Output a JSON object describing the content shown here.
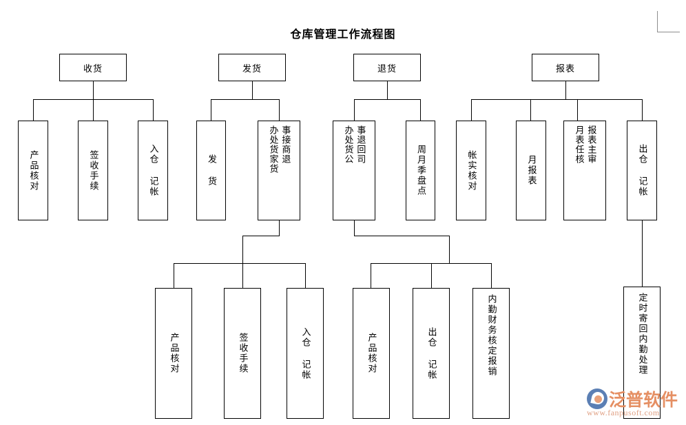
{
  "document": {
    "title": "仓库管理工作流程图",
    "corner_mark": "page-corner-guide"
  },
  "colors": {
    "box_border": "#000000",
    "connector": "#000000",
    "background": "#ffffff",
    "watermark_text": "#e58f63",
    "watermark_url": "#e0a083",
    "watermark_logo": "#5b7fb4"
  },
  "chart_data": {
    "type": "diagram",
    "title": "仓库管理工作流程图",
    "orientation": "top-down tree, vertical CJK text in leaf boxes",
    "branches": [
      {
        "id": "receiving",
        "header": "收货",
        "children": [
          "产品核对",
          "签收手续",
          "入仓 记帐"
        ]
      },
      {
        "id": "shipping",
        "header": "发货",
        "children": [
          "发 货",
          "事接商退 / 办处货家货"
        ],
        "sub_children": [
          "产品核对",
          "签收手续",
          "入仓 记帐"
        ]
      },
      {
        "id": "returns",
        "header": "退货",
        "children": [
          "事退回司 / 办处货公",
          "周月季盘点"
        ],
        "sub_children": [
          "产品核对",
          "出仓 记帐",
          "内勤财务核定报销"
        ]
      },
      {
        "id": "reports",
        "header": "报表",
        "children": [
          "帐实核对",
          "月报表",
          "月报表 / 主任审核",
          "出仓 记帐"
        ],
        "sub_children": [
          "定时寄回内勤处理"
        ]
      }
    ]
  },
  "nodes": {
    "receiving_header": "收货",
    "receiving_c1": "产品核对",
    "receiving_c2": "签收手续",
    "receiving_c3": "入仓 记帐",
    "shipping_header": "发货",
    "shipping_c1": "发 货",
    "shipping_c2_right": "事接商退",
    "shipping_c2_left": "办处货家货",
    "shipping_s1": "产品核对",
    "shipping_s2": "签收手续",
    "shipping_s3": "入仓 记帐",
    "returns_header": "退货",
    "returns_c1_right": "事退回司",
    "returns_c1_left": "办处货公",
    "returns_c2": "周月季盘点",
    "returns_s1": "产品核对",
    "returns_s2": "出仓 记帐",
    "returns_s3": "内勤财务核定报销",
    "reports_header": "报表",
    "reports_c1": "帐实核对",
    "reports_c2": "月报表",
    "reports_c3_right": "报表主审",
    "reports_c3_left": "月表任核",
    "reports_c4": "出仓 记帐",
    "reports_s1": "定时寄回内勤处理"
  },
  "watermark": {
    "brand": "泛普软件",
    "url": "www.fanpusoft.com"
  }
}
